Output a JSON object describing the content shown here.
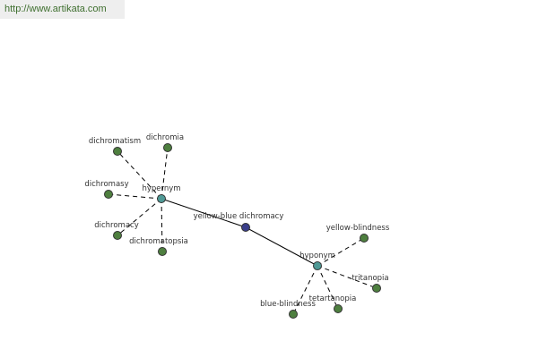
{
  "site_url": "http://www.artikata.com",
  "colors": {
    "center_node": "#3a3f8a",
    "relation_node": "#4f9a96",
    "word_node": "#4e7f3f",
    "url_text": "#3f6f2f"
  },
  "graph": {
    "center": {
      "id": "center",
      "label": "yellow-blue dichromacy"
    },
    "relations": [
      {
        "id": "hypernym",
        "label": "hypernym"
      },
      {
        "id": "hyponym",
        "label": "hyponym"
      }
    ],
    "words": [
      {
        "id": "dichromatism",
        "label": "dichromatism",
        "parent": "hypernym"
      },
      {
        "id": "dichromia",
        "label": "dichromia",
        "parent": "hypernym"
      },
      {
        "id": "dichromasy",
        "label": "dichromasy",
        "parent": "hypernym"
      },
      {
        "id": "dichromacy",
        "label": "dichromacy",
        "parent": "hypernym"
      },
      {
        "id": "dichromatopsia",
        "label": "dichromatopsia",
        "parent": "hypernym"
      },
      {
        "id": "yellow-blindness",
        "label": "yellow-blindness",
        "parent": "hyponym"
      },
      {
        "id": "tritanopia",
        "label": "tritanopia",
        "parent": "hyponym"
      },
      {
        "id": "tetartanopia",
        "label": "tetartanopia",
        "parent": "hyponym"
      },
      {
        "id": "blue-blindness",
        "label": "blue-blindness",
        "parent": "hyponym"
      }
    ]
  }
}
